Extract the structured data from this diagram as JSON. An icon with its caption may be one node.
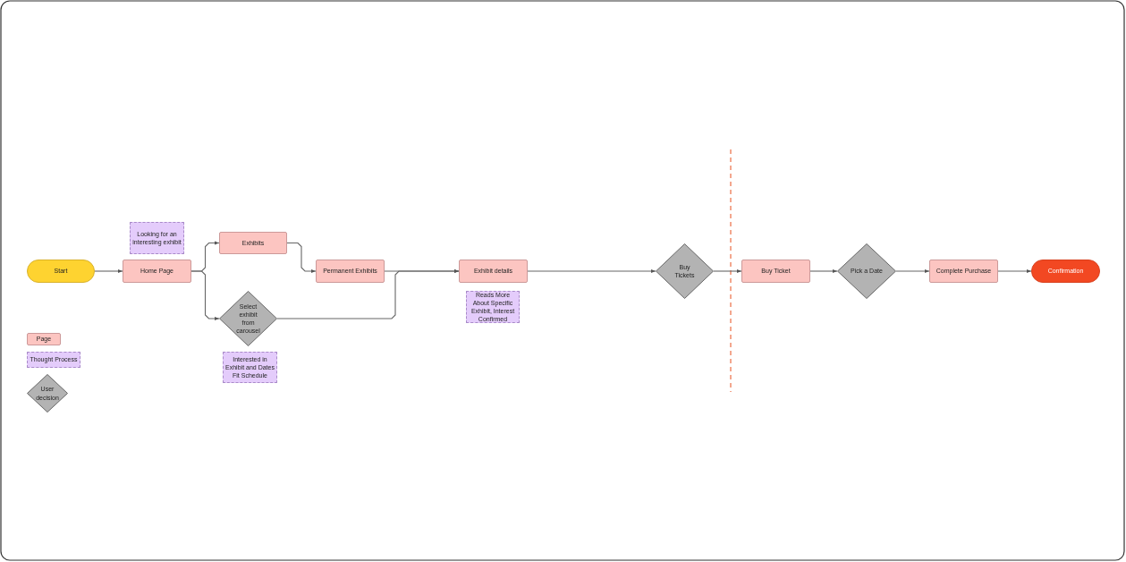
{
  "diagram": {
    "nodes": [
      {
        "text": [
          "Start"
        ]
      },
      {
        "text": [
          "Home Page"
        ]
      },
      {
        "text": [
          "Looking for an interesting exhibit"
        ]
      },
      {
        "text": [
          "Exhibits"
        ]
      },
      {
        "text": [
          "Select exhibit from carousel"
        ]
      },
      {
        "text": [
          "Interested in Exhibit and Dates Fit Schedule"
        ]
      },
      {
        "text": [
          "Permanent Exhibits"
        ]
      },
      {
        "text": [
          "Exhibit details"
        ]
      },
      {
        "text": [
          "Reads More About Specific Exhibit, Interest Confirmed"
        ]
      },
      {
        "text": [
          "Buy Tickets"
        ]
      },
      {
        "text": [
          "Buy Ticket"
        ]
      },
      {
        "text": [
          "Pick a Date"
        ]
      },
      {
        "text": [
          "Complete Purchase"
        ]
      },
      {
        "text": [
          "Confirmation"
        ]
      }
    ],
    "edges": [
      {
        "from": 0,
        "to": 1,
        "arrow": "to"
      },
      {
        "from": 1,
        "to": 3,
        "arrow": "to"
      },
      {
        "from": 1,
        "to": 4,
        "arrow": "to"
      },
      {
        "from": 3,
        "to": 6,
        "arrow": "to"
      },
      {
        "from": 6,
        "to": 7,
        "arrow": "to"
      },
      {
        "from": 4,
        "to": 7,
        "arrow": "to"
      },
      {
        "from": 7,
        "to": 9,
        "arrow": "to"
      },
      {
        "from": 9,
        "to": 10,
        "arrow": "to"
      },
      {
        "from": 10,
        "to": 11,
        "arrow": "to"
      },
      {
        "from": 11,
        "to": 12,
        "arrow": "to"
      },
      {
        "from": 12,
        "to": 13,
        "arrow": "to"
      }
    ],
    "legend": [
      {
        "text": "Page"
      },
      {
        "text": "Thought Process"
      },
      {
        "text": "User decision"
      }
    ]
  }
}
